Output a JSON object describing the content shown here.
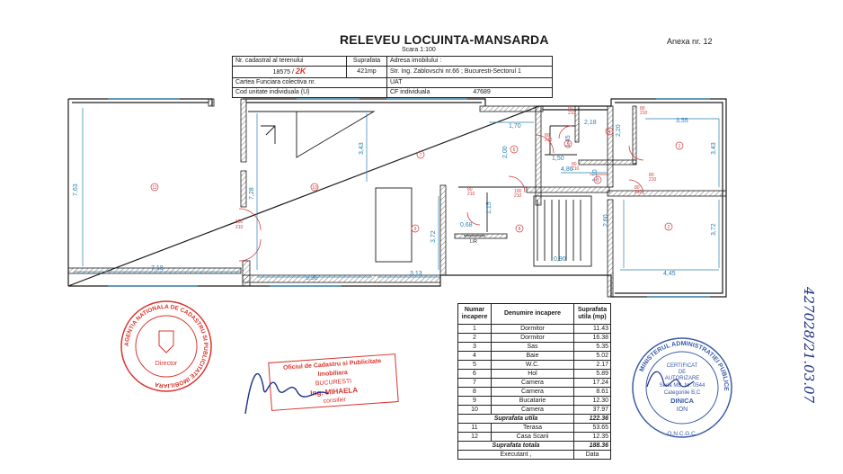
{
  "header": {
    "title": "RELEVEU LOCUINTA-MANSARDA",
    "scale": "Scara 1:100",
    "annex": "Anexa nr. 12"
  },
  "cadastral": {
    "nr_label": "Nr. cadastral al terenului",
    "nr_value": "18575",
    "nr_hand": "2K",
    "surface_label": "Suprafata",
    "surface_value": "421mp",
    "address_label": "Adresa imobilului :",
    "address_value": "Str. Ing. Zablovschi nr.66 ; Bucuresti-Sectorul 1",
    "cf_label": "Cartea Funciara colectiva nr.",
    "uat_label": "UAT",
    "unit_label": "Cod unitate individuala (U)",
    "cfi_label": "CF individuala",
    "cfi_value": "47689"
  },
  "plan": {
    "dims": [
      "7.63",
      "7.18",
      "7.28",
      "5.36",
      "3.43",
      "3.72",
      "3.13",
      "1.70",
      "3.55",
      "3.43",
      "2.20",
      "4.86",
      "1.50",
      "1.10",
      "2.18",
      "1.45",
      "2.00",
      "2.60",
      "3.72",
      "4.45",
      "1.15",
      "0.68",
      "0.90"
    ],
    "rooms": [
      "1",
      "2",
      "3",
      "4",
      "5",
      "6",
      "7",
      "8",
      "9",
      "10",
      "11",
      "12"
    ],
    "door_labels": [
      "80\n210",
      "150\n210",
      "100\n210"
    ],
    "other": "L/R"
  },
  "legend": {
    "col_nr": "Numar incapere",
    "col_name": "Denumire incapere",
    "col_area": "Suprafata utila (mp)",
    "rows": [
      {
        "nr": "1",
        "name": "Dormitor",
        "area": "11.43"
      },
      {
        "nr": "2",
        "name": "Dormitor",
        "area": "16.38"
      },
      {
        "nr": "3",
        "name": "Sas",
        "area": "5.35"
      },
      {
        "nr": "4",
        "name": "Baie",
        "area": "5.02"
      },
      {
        "nr": "5",
        "name": "W.C.",
        "area": "2.17"
      },
      {
        "nr": "6",
        "name": "Hol",
        "area": "5.89"
      },
      {
        "nr": "7",
        "name": "Camera",
        "area": "17.24"
      },
      {
        "nr": "8",
        "name": "Camera",
        "area": "8.61"
      },
      {
        "nr": "9",
        "name": "Bucatarie",
        "area": "12.30"
      },
      {
        "nr": "10",
        "name": "Camera",
        "area": "37.97"
      }
    ],
    "util_label": "Suprafata utila",
    "util_value": "122.36",
    "rows2": [
      {
        "nr": "11",
        "name": "Terasa",
        "area": "53.65"
      },
      {
        "nr": "12",
        "name": "Casa Scarii",
        "area": "12.35"
      }
    ],
    "total_label": "Suprafata totala",
    "total_value": "188.36",
    "exec_label": "Executant ,",
    "date_label": "Data"
  },
  "stamps": {
    "left_ring": "AGENTIA NATIONALA DE CADASTRU SI PUBLICITATE IMOBILIARA",
    "left_center": "Director",
    "rect_line1": "Oficiul de Cadastru si Publicitate Imobiliara",
    "rect_line2": "BUCURESTI",
    "rect_line3": "Ing. MIHAELA",
    "rect_line4": "consilier",
    "right_ring": "MINISTERUL ADMINISTRATIEI PUBLICE",
    "right_bottom": "O.N.C.G.C.",
    "right_l1": "CERTIFICAT",
    "right_l2": "DE",
    "right_l3": "AUTORIZARE",
    "right_l4": "Seria MB. Nr. 0544",
    "right_l5": "Categoriile B,C",
    "right_l6": "DINICA",
    "right_l7": "ION"
  },
  "handwriting": {
    "vertical": "427028/21.03.07"
  },
  "colors": {
    "line": "#1a1a1a",
    "dim": "#2a7fb0",
    "door": "#d13a3a",
    "stamp_red": "#d9342b",
    "stamp_blue": "#3a5aa8"
  }
}
